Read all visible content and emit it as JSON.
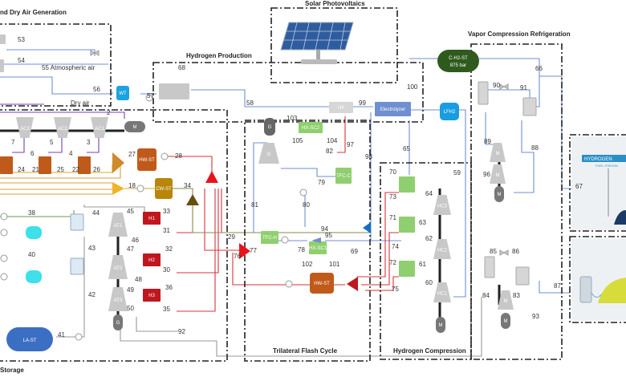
{
  "sections": [
    {
      "title": "nd Dry Air Generation"
    },
    {
      "title": "Storage"
    },
    {
      "title": "Solar Photovoltaics"
    },
    {
      "title": "Hydrogen Production"
    },
    {
      "title": "Trilateral Flash Cycle"
    },
    {
      "title": "Hydrogen Compression"
    },
    {
      "title": "Vapor Compression Refrigeration"
    }
  ],
  "components": {
    "wt": "WT",
    "electrolyzer": "Electrolyzer",
    "lfh2": "LFH2",
    "ch2st_name": "C-H2-ST",
    "ch2st_pressure": "875 bar",
    "hwst_top": "HW-ST",
    "cwst": "CW-ST",
    "hwst_tfc": "HW-ST",
    "last": "LA-ST",
    "motor": "M",
    "generator": "G",
    "hx": "HX",
    "tfc_c": "TFC-C",
    "tfc_h": "TFC-H",
    "hx_sc1": "HX-SC1",
    "hx_sc2": "HX-SC2",
    "ac1": "AC1",
    "ac2": "AC2",
    "ac3": "AC3",
    "at1": "AT1",
    "at2": "AT2",
    "at3": "AT3",
    "h1": "H1",
    "h2": "H2",
    "h3": "H3",
    "hc1": "HC1",
    "hc2": "HC2",
    "hc3": "HC3",
    "fueling_sign": "HYDROGEN",
    "fueling_sub": "FUEL STATION"
  },
  "annotations": {
    "atmospheric_air": "55  Atmospheric air",
    "dry_air": "Dry air"
  },
  "streams": [
    "53",
    "54",
    "56",
    "57",
    "68",
    "58",
    "99",
    "100",
    "103",
    "105",
    "104",
    "97",
    "98",
    "82",
    "65",
    "59",
    "79",
    "80",
    "81",
    "70",
    "73",
    "64",
    "71",
    "63",
    "62",
    "74",
    "72",
    "61",
    "60",
    "75",
    "94",
    "95",
    "69",
    "78",
    "102",
    "101",
    "77",
    "76",
    "29",
    "7",
    "6",
    "5",
    "4",
    "3",
    "2",
    "24",
    "21",
    "25",
    "22",
    "26",
    "27",
    "28",
    "18",
    "34",
    "38",
    "44",
    "45",
    "33",
    "31",
    "46",
    "43",
    "47",
    "32",
    "30",
    "40",
    "48",
    "36",
    "49",
    "42",
    "35",
    "50",
    "92",
    "41",
    "66",
    "90",
    "91",
    "89",
    "88",
    "96",
    "67",
    "85",
    "86",
    "84",
    "83",
    "87",
    "93"
  ],
  "colors": {
    "water_line": "#6f8fd0",
    "hot_line": "#d9333a",
    "air_line": "#7b3fb0",
    "oil_line": "#d9a03a",
    "grey_line": "#999999",
    "component_grey": "#c8c8c8",
    "heater_red": "#c0171e",
    "hx_green": "#8fcf6f",
    "storage_orange": "#c05a1a",
    "storage_dark_green": "#2f5a1e"
  }
}
